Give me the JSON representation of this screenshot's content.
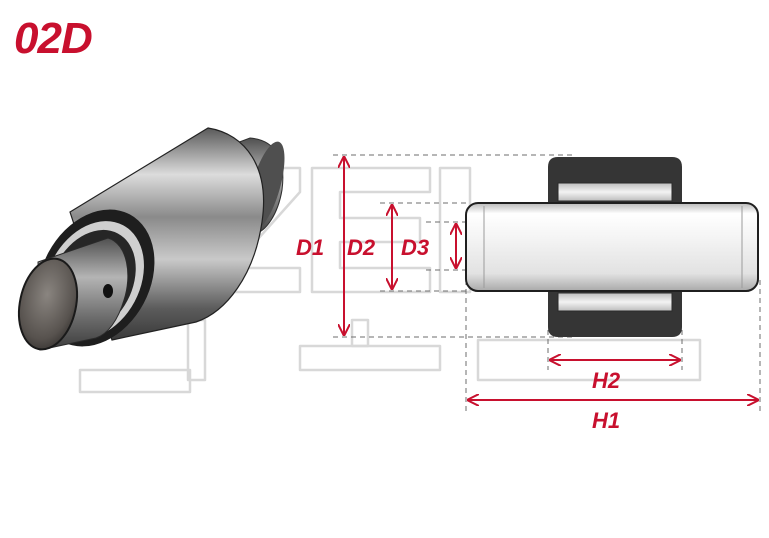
{
  "product_code": "02D",
  "colors": {
    "accent": "#c8102e",
    "dashed": "#6e6e6e",
    "housing": "#353535",
    "watermark": "#d6d6d6"
  },
  "dimensions": {
    "d1": "D1",
    "d2": "D2",
    "d3": "D3",
    "h1": "H1",
    "h2": "H2"
  }
}
